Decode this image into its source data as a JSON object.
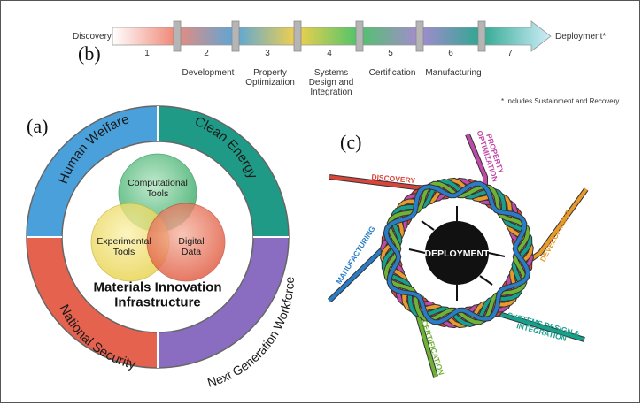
{
  "panels": {
    "a": "(a)",
    "b": "(b)",
    "c": "(c)"
  },
  "timeline": {
    "start_label": "Discovery",
    "end_label": "Deployment*",
    "numbers": [
      "1",
      "2",
      "3",
      "4",
      "5",
      "6",
      "7"
    ],
    "stages": [
      "Development",
      "Property\nOptimization",
      "Systems\nDesign and\nIntegration",
      "Certification",
      "Manufacturing"
    ],
    "footnote": "* Includes Sustainment and Recovery",
    "colors": [
      "#f08a7a",
      "#5aa6d8",
      "#f2d04c",
      "#4fc46a",
      "#a58ad0",
      "#2fa890",
      "#8fd2ee"
    ]
  },
  "mii": {
    "outer_segments": [
      "Human Welfare",
      "Clean Energy",
      "National Security",
      "Next Generation Workforce"
    ],
    "segment_colors": [
      "#4aa0da",
      "#1f9a86",
      "#e5624f",
      "#8a6cc0"
    ],
    "circles": [
      "Computational\nTools",
      "Experimental\nTools",
      "Digital\nData"
    ],
    "center_title": "Materials Innovation\nInfrastructure"
  },
  "wheel": {
    "center": "DEPLOYMENT",
    "spokes": [
      "DISCOVERY",
      "PROPERTY\nOPTIMIZATION",
      "DEVELOPMENT",
      "SYSTEMS DESIGN &\nINTEGRATION",
      "CERTIFICATION",
      "MANUFACTURING"
    ],
    "spoke_colors": [
      "#d9453b",
      "#c04aa8",
      "#e89a2a",
      "#18a08c",
      "#6fb336",
      "#2a7cc7"
    ]
  }
}
